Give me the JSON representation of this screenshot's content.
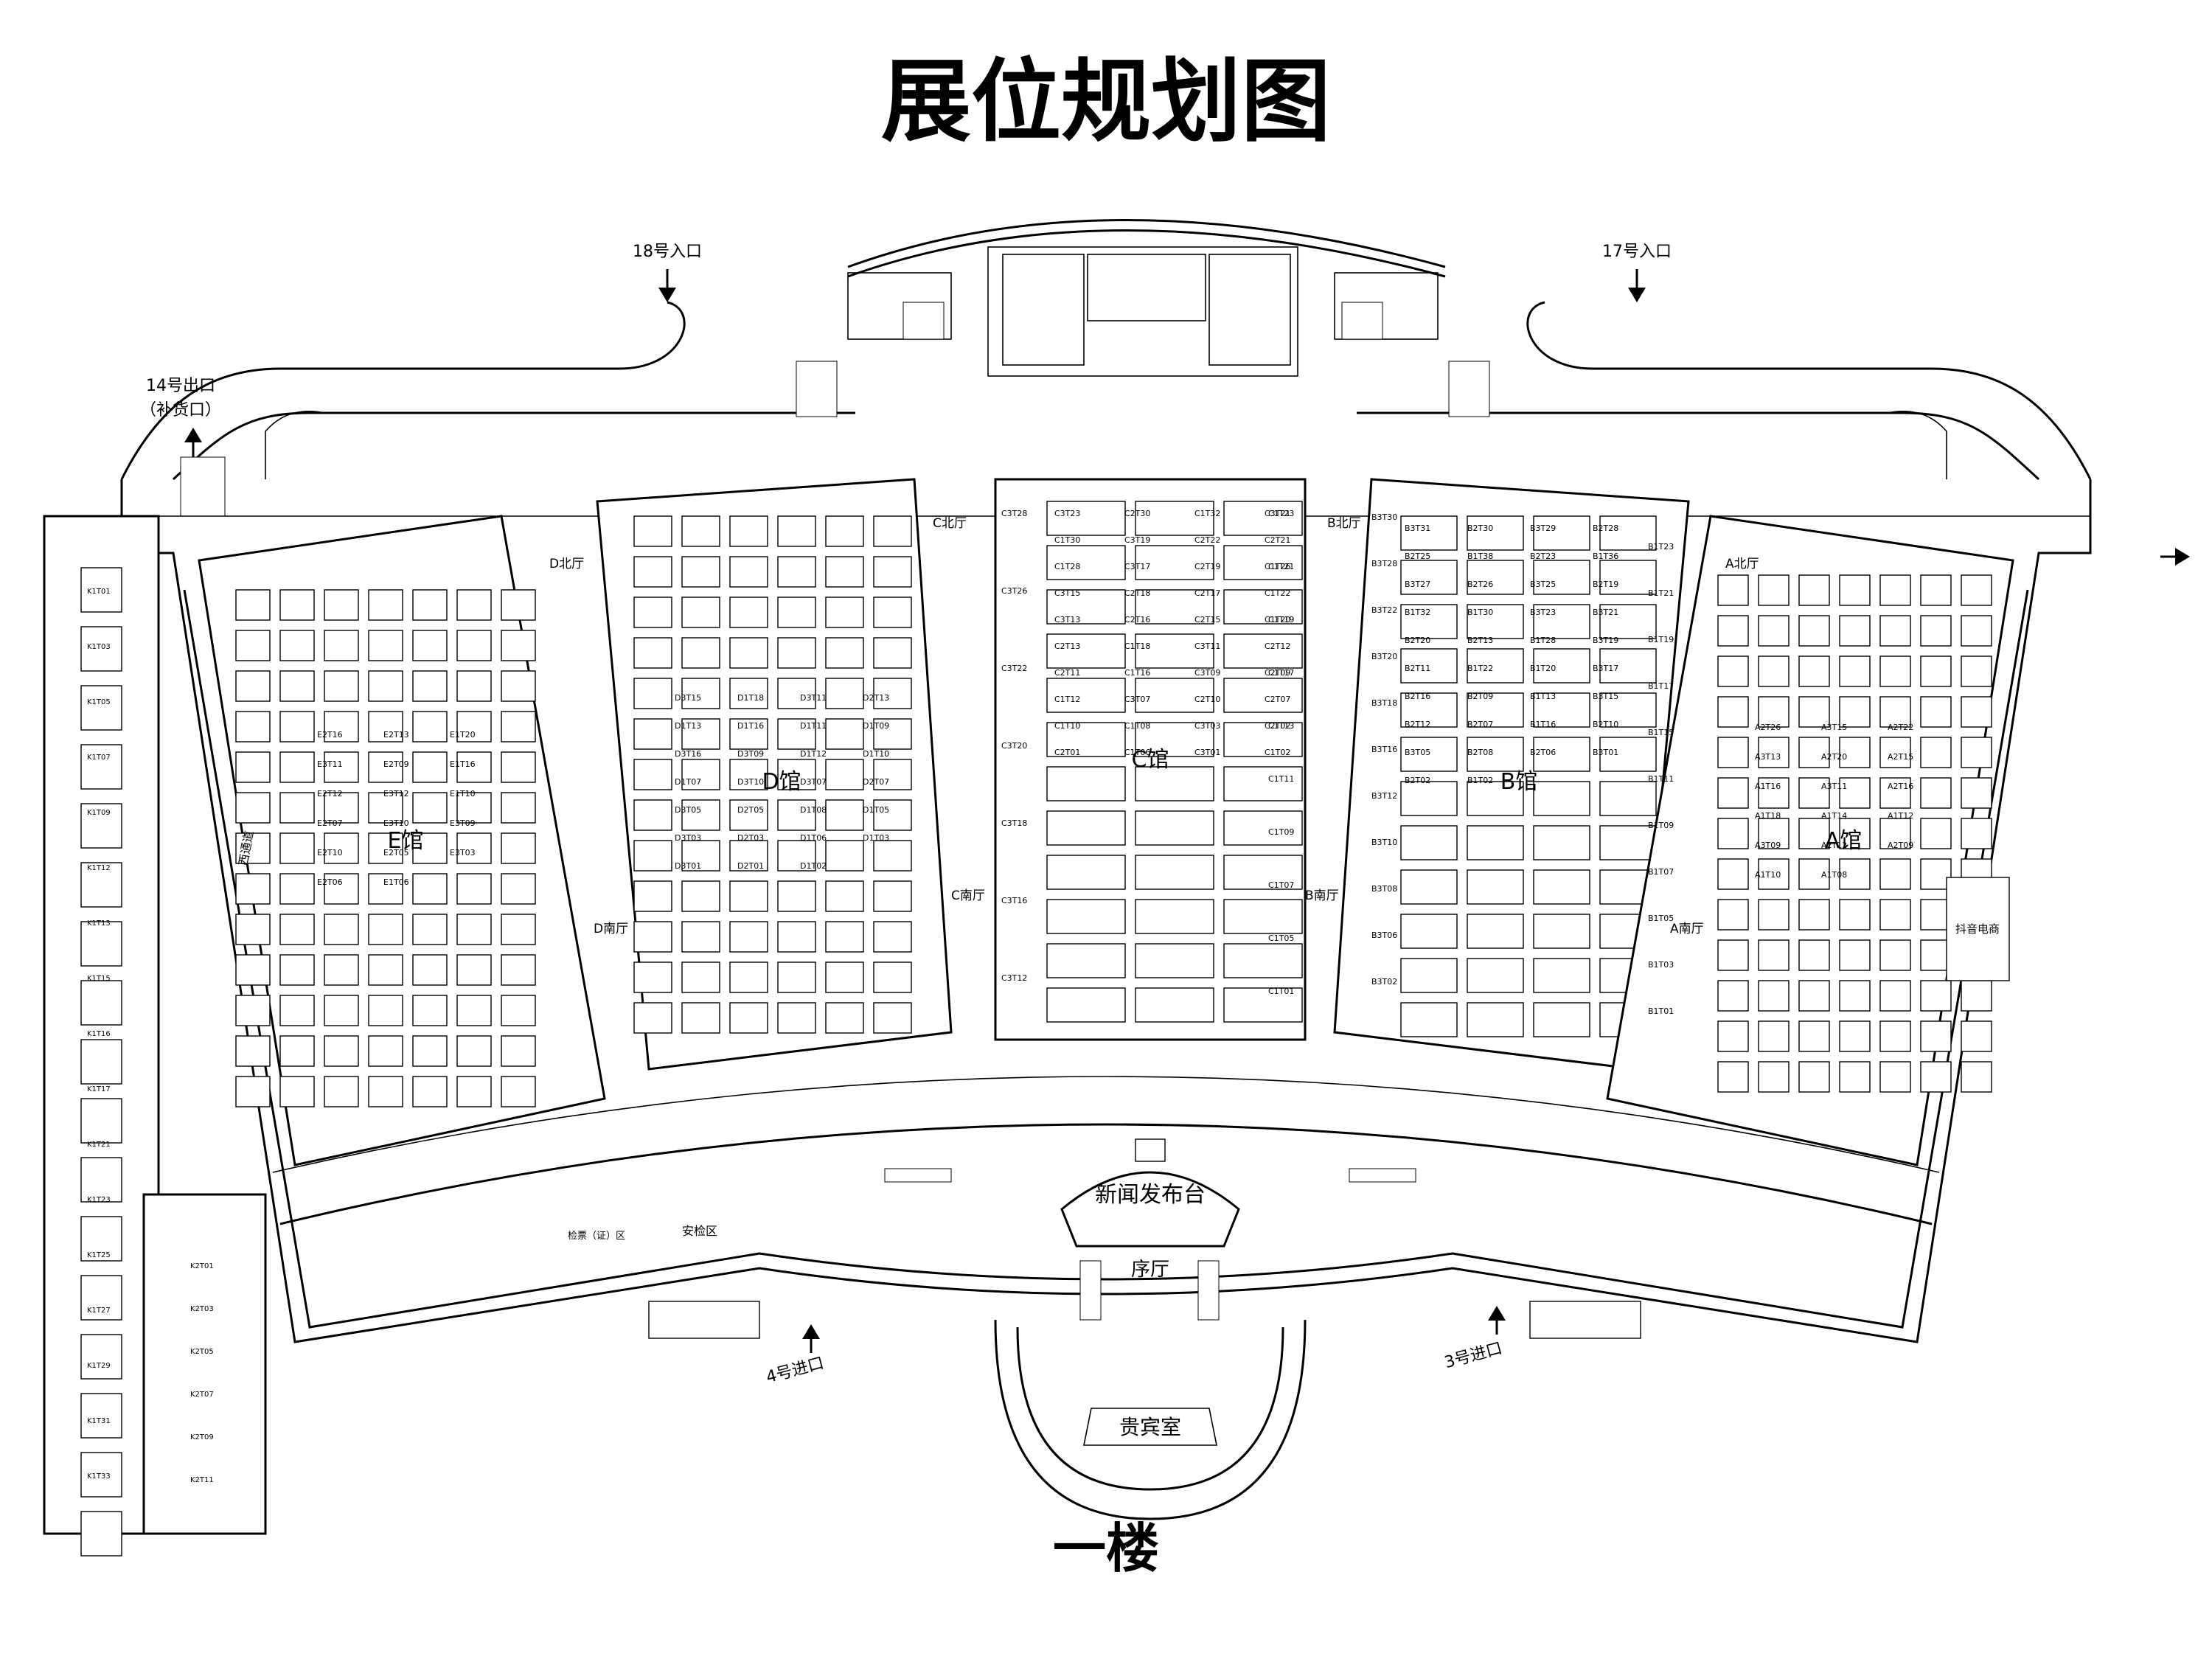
{
  "title": "展位规划图",
  "floor_label": "一楼",
  "entrances": {
    "e18": "18号入口",
    "e17": "17号入口",
    "e14": "14号出口",
    "e14_sub": "（补货口）",
    "e4": "4号进口",
    "e3": "3号进口"
  },
  "halls": {
    "A": "A馆",
    "B": "B馆",
    "C": "C馆",
    "D": "D馆",
    "E": "E馆"
  },
  "lobbies": {
    "a_north": "A北厅",
    "b_north": "B北厅",
    "c_north": "C北厅",
    "d_north": "D北厅",
    "a_south": "A南厅",
    "b_south": "B南厅",
    "c_south": "C南厅",
    "d_south": "D南厅",
    "west_passage": "西通道"
  },
  "areas": {
    "press": "新闻发布台",
    "foyer": "序厅",
    "vip": "贵宾室",
    "ticket": "检票（证）区",
    "security": "安检区",
    "douyin": "抖音电商"
  },
  "booths": {
    "C": [
      "C3T23",
      "C2T30",
      "C1T32",
      "C3T21",
      "C1T30",
      "C3T19",
      "C2T22",
      "C2T21",
      "C1T28",
      "C3T17",
      "C2T19",
      "C1T26",
      "C3T15",
      "C2T18",
      "C2T17",
      "C1T22",
      "C3T13",
      "C2T16",
      "C2T15",
      "C1T20",
      "C2T13",
      "C1T18",
      "C3T11",
      "C2T12",
      "C2T11",
      "C1T16",
      "C3T09",
      "C2T09",
      "C1T12",
      "C3T07",
      "C2T10",
      "C2T07",
      "C1T10",
      "C1T08",
      "C3T03",
      "C2T02",
      "C2T01",
      "C1T06",
      "C3T01",
      "C1T02"
    ],
    "C_left": [
      "C3T28",
      "C3T26",
      "C3T22",
      "C3T20",
      "C3T18",
      "C3T16",
      "C3T12"
    ],
    "C_right": [
      "C1T23",
      "C1T21",
      "C1T19",
      "C1T17",
      "C1T13",
      "C1T11",
      "C1T09",
      "C1T07",
      "C1T05",
      "C1T01"
    ],
    "B": [
      "B3T31",
      "B2T30",
      "B3T29",
      "B2T28",
      "B2T25",
      "B1T38",
      "B2T23",
      "B1T36",
      "B3T27",
      "B2T26",
      "B3T25",
      "B2T19",
      "B1T32",
      "B1T30",
      "B3T23",
      "B3T21",
      "B2T20",
      "B2T13",
      "B1T28",
      "B3T19",
      "B2T11",
      "B1T22",
      "B1T20",
      "B3T17",
      "B2T16",
      "B2T09",
      "B1T13",
      "B3T15",
      "B2T12",
      "B2T07",
      "B1T16",
      "B2T10",
      "B3T05",
      "B2T08",
      "B2T06",
      "B3T01",
      "B2T02",
      "B1T02"
    ],
    "B_left": [
      "B3T30",
      "B3T28",
      "B3T22",
      "B3T20",
      "B3T18",
      "B3T16",
      "B3T12",
      "B3T10",
      "B3T08",
      "B3T06",
      "B3T02"
    ],
    "B_right": [
      "B1T23",
      "B1T21",
      "B1T19",
      "B1T17",
      "B1T15",
      "B1T11",
      "B1T09",
      "B1T07",
      "B1T05",
      "B1T03",
      "B1T01"
    ],
    "D": [
      "D3T15",
      "D1T18",
      "D3T11",
      "D2T13",
      "D1T13",
      "D1T16",
      "D1T11",
      "D1T09",
      "D3T16",
      "D3T09",
      "D1T12",
      "D1T10",
      "D1T07",
      "D3T10",
      "D3T07",
      "D2T07",
      "D3T05",
      "D2T05",
      "D1T08",
      "D1T05",
      "D3T03",
      "D2T03",
      "D1T06",
      "D1T03",
      "D3T01",
      "D2T01",
      "D1T02"
    ],
    "E": [
      "E2T16",
      "E2T13",
      "E1T20",
      "E3T11",
      "E2T09",
      "E1T16",
      "E2T12",
      "E3T12",
      "E1T10",
      "E2T07",
      "E3T10",
      "E3T09",
      "E2T10",
      "E2T05",
      "E3T03",
      "E2T06",
      "E1T06"
    ],
    "A": [
      "A2T26",
      "A3T15",
      "A2T22",
      "A3T13",
      "A2T20",
      "A2T15",
      "A1T16",
      "A3T11",
      "A2T16",
      "A1T18",
      "A1T14",
      "A1T12",
      "A3T09",
      "A2T12",
      "A2T09",
      "A1T10",
      "A1T08"
    ],
    "K1": [
      "K1T01",
      "K1T03",
      "K1T05",
      "K1T07",
      "K1T09",
      "K1T12",
      "K1T13",
      "K1T15",
      "K1T16",
      "K1T17",
      "K1T21",
      "K1T23",
      "K1T25",
      "K1T27",
      "K1T29",
      "K1T31",
      "K1T33"
    ],
    "K2": [
      "K2T01",
      "K2T03",
      "K2T05",
      "K2T07",
      "K2T09",
      "K2T11"
    ]
  },
  "colors": {
    "line": "#000000",
    "background": "#ffffff"
  }
}
